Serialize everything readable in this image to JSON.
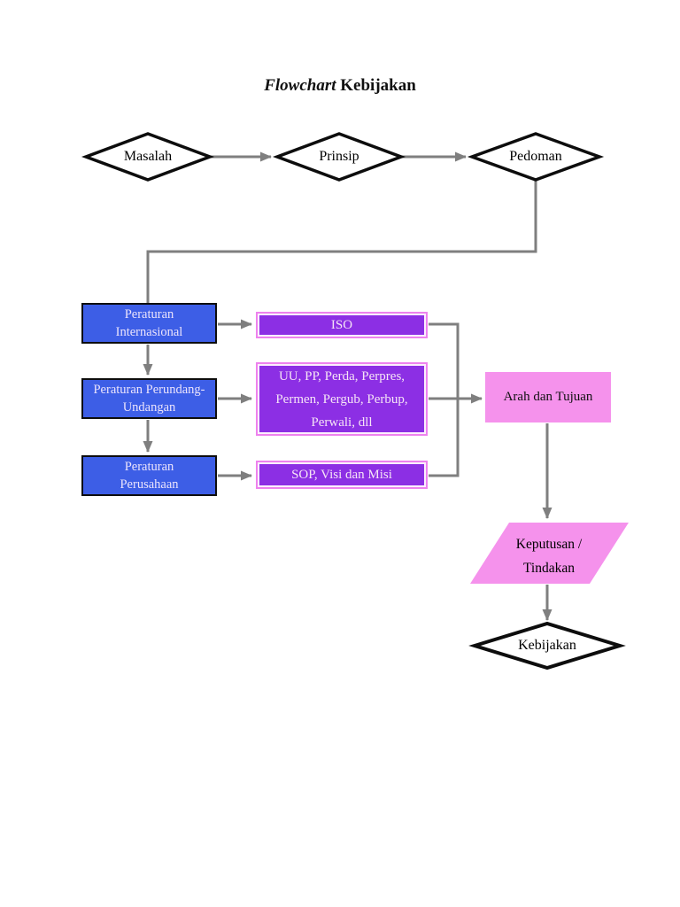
{
  "title": {
    "word1": "Flowchart",
    "word2": "Kebijakan"
  },
  "colors": {
    "blue_fill": "#3d5ee6",
    "purple_fill": "#8c2fe4",
    "purple_outer_border": "#ee82ee",
    "pink_fill": "#f592ec",
    "connector_gray": "#7f7f7f",
    "diamond_border": "#0d0d0d"
  },
  "nodes": {
    "masalah": {
      "label": "Masalah",
      "shape": "diamond"
    },
    "prinsip": {
      "label": "Prinsip",
      "shape": "diamond"
    },
    "pedoman": {
      "label": "Pedoman",
      "shape": "diamond"
    },
    "peraturan_internasional": {
      "label": "Peraturan\nInternasional",
      "shape": "rect-blue"
    },
    "peraturan_perundang": {
      "label": "Peraturan Perundang-\nUndangan",
      "shape": "rect-blue"
    },
    "peraturan_perusahaan": {
      "label": "Peraturan\nPerusahaan",
      "shape": "rect-blue"
    },
    "iso": {
      "label": "ISO",
      "shape": "rect-purple"
    },
    "uu": {
      "label": "UU, PP, Perda, Perpres,\nPermen, Pergub, Perbup,\nPerwali, dll",
      "shape": "rect-purple"
    },
    "sop": {
      "label": "SOP, Visi dan Misi",
      "shape": "rect-purple"
    },
    "arah": {
      "label": "Arah dan Tujuan",
      "shape": "rect-pink"
    },
    "keputusan": {
      "label": "Keputusan /\nTindakan",
      "shape": "parallelogram-pink"
    },
    "kebijakan": {
      "label": "Kebijakan",
      "shape": "diamond"
    }
  },
  "connections": [
    {
      "from": "Masalah",
      "to": "Prinsip"
    },
    {
      "from": "Prinsip",
      "to": "Pedoman"
    },
    {
      "from": "Pedoman",
      "to": "Peraturan Internasional"
    },
    {
      "from": "Peraturan Internasional",
      "to": "Peraturan Perundang-Undangan"
    },
    {
      "from": "Peraturan Perundang-Undangan",
      "to": "Peraturan Perusahaan"
    },
    {
      "from": "Peraturan Internasional",
      "to": "ISO"
    },
    {
      "from": "Peraturan Perundang-Undangan",
      "to": "UU, PP, Perda, Perpres, Permen, Pergub, Perbup, Perwali, dll"
    },
    {
      "from": "Peraturan Perusahaan",
      "to": "SOP, Visi dan Misi"
    },
    {
      "from": "ISO",
      "to": "Arah dan Tujuan"
    },
    {
      "from": "UU, PP, Perda, Perpres, Permen, Pergub, Perbup, Perwali, dll",
      "to": "Arah dan Tujuan"
    },
    {
      "from": "SOP, Visi dan Misi",
      "to": "Arah dan Tujuan"
    },
    {
      "from": "Arah dan Tujuan",
      "to": "Keputusan / Tindakan"
    },
    {
      "from": "Keputusan / Tindakan",
      "to": "Kebijakan"
    }
  ]
}
